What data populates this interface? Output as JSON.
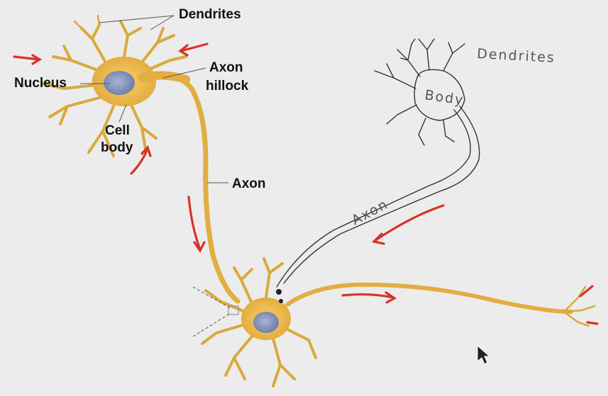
{
  "labels": {
    "dendrites": "Dendrites",
    "nucleus": "Nucleus",
    "axon_hillock_line1": "Axon",
    "axon_hillock_line2": "hillock",
    "cell_body_line1": "Cell",
    "cell_body_line2": "body",
    "axon": "Axon"
  },
  "sketch_labels": {
    "dendrites": "Dendrites",
    "body": "Body",
    "axon": "Axon"
  },
  "colors": {
    "background": "#ececec",
    "neuron_fill": "#f0b94a",
    "neuron_outline": "#d9a93c",
    "nucleus": "#7f8fb8",
    "signal_arrow": "#d8322a",
    "sketch_line": "#333333"
  }
}
